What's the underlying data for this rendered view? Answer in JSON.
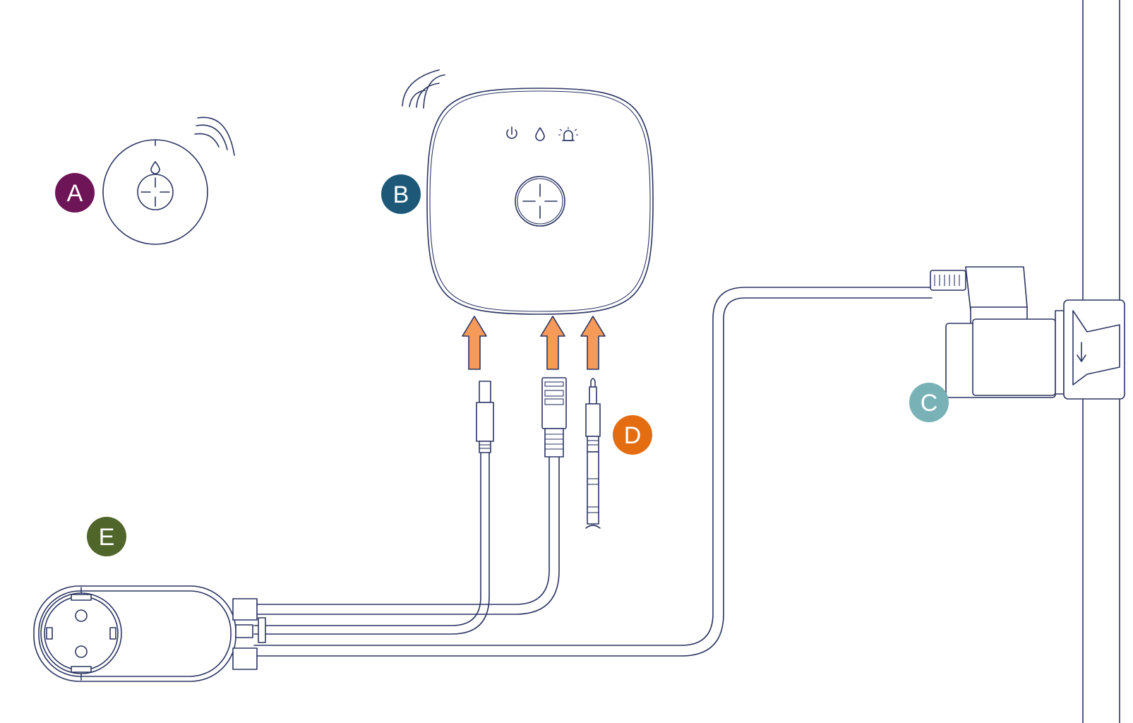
{
  "colors": {
    "line": "#2b3562",
    "arrow": "#f59a58",
    "badge_a": "#6e1557",
    "badge_b": "#1d5879",
    "badge_c": "#79b2b6",
    "badge_d": "#e46d12",
    "badge_e": "#4f6529"
  },
  "badges": {
    "a": "A",
    "b": "B",
    "c": "C",
    "d": "D",
    "e": "E"
  },
  "icons": {
    "hub_indicators": [
      "power-icon",
      "water-drop-icon",
      "alarm-icon"
    ],
    "sensor_indicator": "water-drop-icon"
  }
}
